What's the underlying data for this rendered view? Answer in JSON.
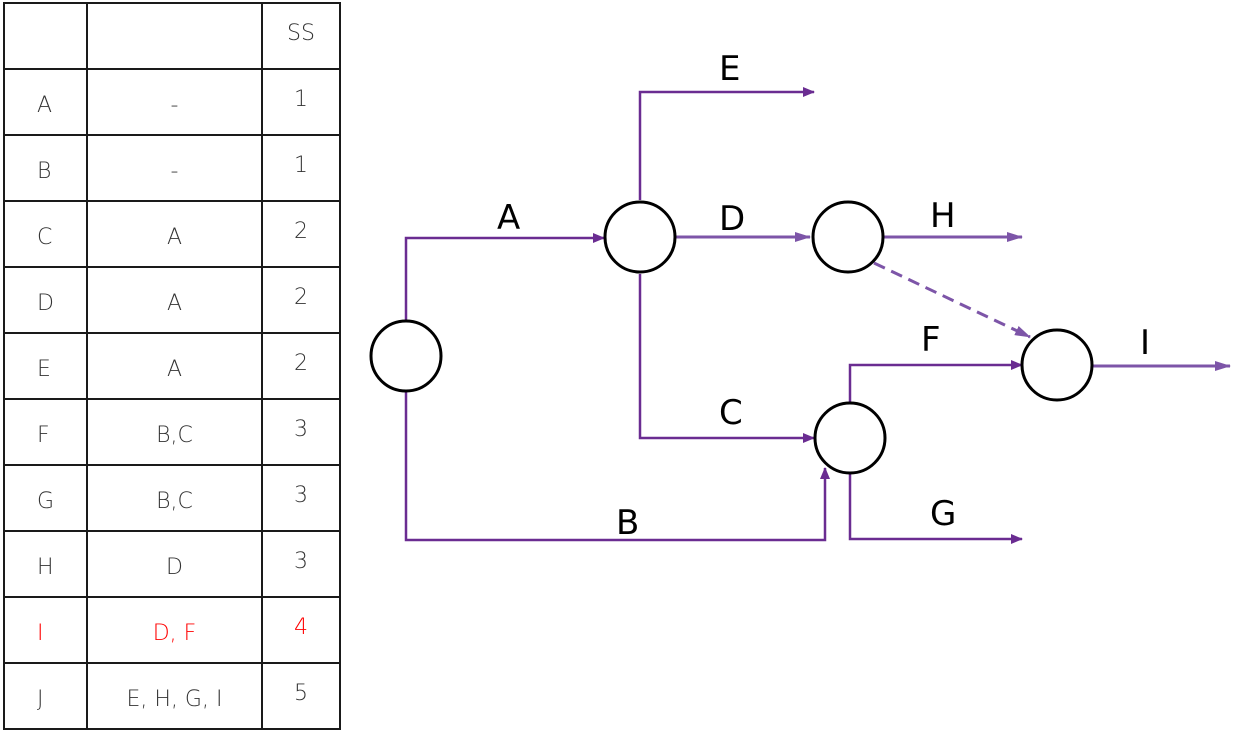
{
  "table": {
    "header": [
      "",
      "",
      "SS"
    ],
    "rows": [
      {
        "activity": "A",
        "predecessors": "-",
        "ss": "1"
      },
      {
        "activity": "B",
        "predecessors": "-",
        "ss": "1"
      },
      {
        "activity": "C",
        "predecessors": "A",
        "ss": "2"
      },
      {
        "activity": "D",
        "predecessors": "A",
        "ss": "2"
      },
      {
        "activity": "E",
        "predecessors": "A",
        "ss": "2"
      },
      {
        "activity": "F",
        "predecessors": "B,C",
        "ss": "3"
      },
      {
        "activity": "G",
        "predecessors": "B,C",
        "ss": "3"
      },
      {
        "activity": "H",
        "predecessors": "D",
        "ss": "3"
      },
      {
        "activity": "I",
        "predecessors": "D, F",
        "ss": "4"
      },
      {
        "activity": "J",
        "predecessors": "E, H, G, I",
        "ss": "5"
      }
    ],
    "highlight_color": "#ff0000"
  },
  "diagram": {
    "edge_color": "#6a2c91",
    "dashed_edge_color": "#7d55a8",
    "node_stroke": "#000000",
    "labels": {
      "A": "A",
      "B": "B",
      "C": "C",
      "D": "D",
      "E": "E",
      "F": "F",
      "G": "G",
      "H": "H",
      "I": "I"
    }
  }
}
